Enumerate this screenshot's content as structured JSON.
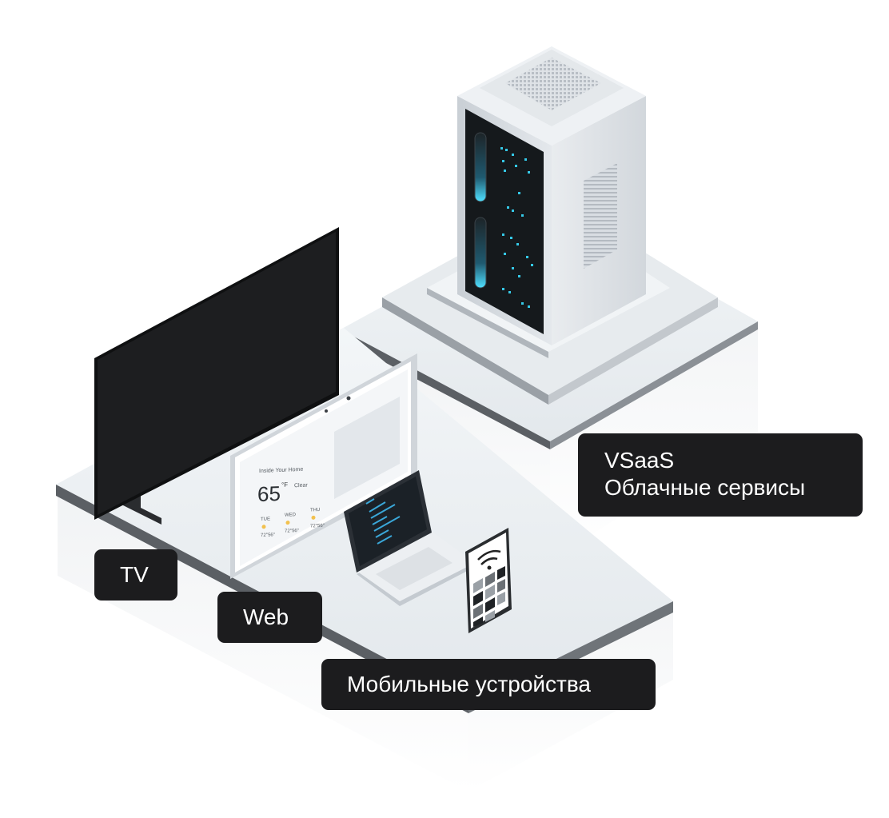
{
  "labels": {
    "vsaas_line1": "VSaaS",
    "vsaas_line2": "Облачные сервисы",
    "tv": "TV",
    "web": "Web",
    "mobile": "Мобильные устройства"
  },
  "display_widget": {
    "header": "Inside Your Home",
    "temperature": "65",
    "degree_unit": "°F",
    "condition": "Clear",
    "days": [
      {
        "day": "TUE",
        "range": "72°56°"
      },
      {
        "day": "WED",
        "range": "72°56°"
      },
      {
        "day": "THU",
        "range": "72°56°"
      }
    ]
  },
  "colors": {
    "label_bg": "#1c1c1e",
    "label_text": "#ffffff",
    "platform": "#eef2f5",
    "platform_edge": "#5b5f64",
    "server_body": "#dfe3e7",
    "server_panel": "#15191c",
    "accent_cyan": "#35c8e6",
    "tv_screen": "#1d1e20"
  }
}
